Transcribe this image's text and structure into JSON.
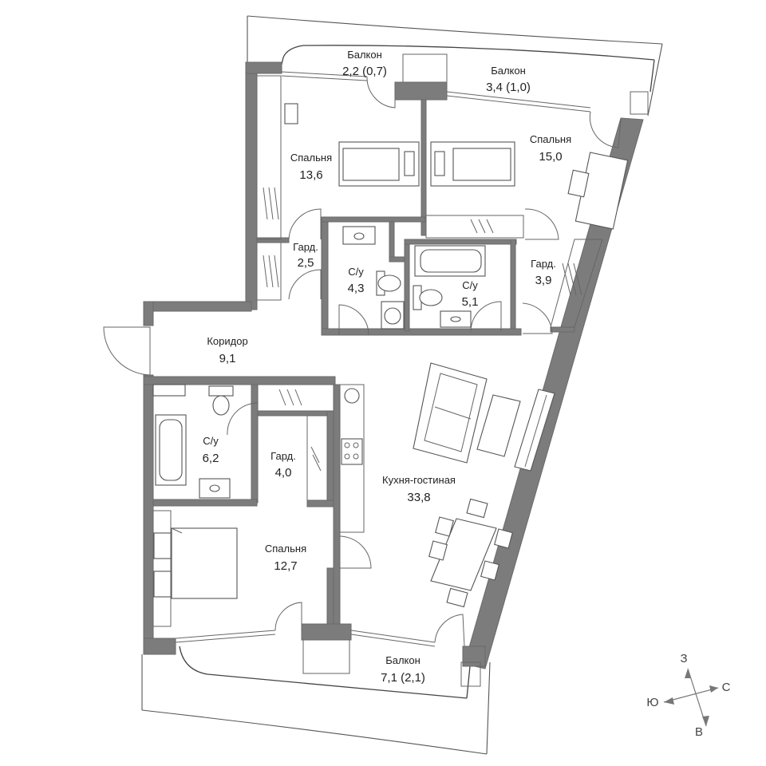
{
  "rooms": {
    "balcony_top_left": {
      "name": "Балкон",
      "area": "2,2 (0,7)"
    },
    "balcony_top_right": {
      "name": "Балкон",
      "area": "3,4 (1,0)"
    },
    "bedroom_top_left": {
      "name": "Спальня",
      "area": "13,6"
    },
    "bedroom_top_right": {
      "name": "Спальня",
      "area": "15,0"
    },
    "wardrobe_left": {
      "name": "Гард.",
      "area": "2,5"
    },
    "bath_middle": {
      "name": "С/у",
      "area": "4,3"
    },
    "bath_right": {
      "name": "С/у",
      "area": "5,1"
    },
    "wardrobe_right": {
      "name": "Гард.",
      "area": "3,9"
    },
    "corridor": {
      "name": "Коридор",
      "area": "9,1"
    },
    "bath_bottom": {
      "name": "С/у",
      "area": "6,2"
    },
    "wardrobe_bottom": {
      "name": "Гард.",
      "area": "4,0"
    },
    "kitchen_living": {
      "name": "Кухня-гостиная",
      "area": "33,8"
    },
    "bedroom_bottom": {
      "name": "Спальня",
      "area": "12,7"
    },
    "balcony_bottom": {
      "name": "Балкон",
      "area": "7,1 (2,1)"
    }
  },
  "compass": {
    "north": "З",
    "east": "С",
    "west": "Ю",
    "south": "В"
  },
  "colors": {
    "wall": "#7c7c7c",
    "line": "#444444",
    "background": "#ffffff"
  }
}
